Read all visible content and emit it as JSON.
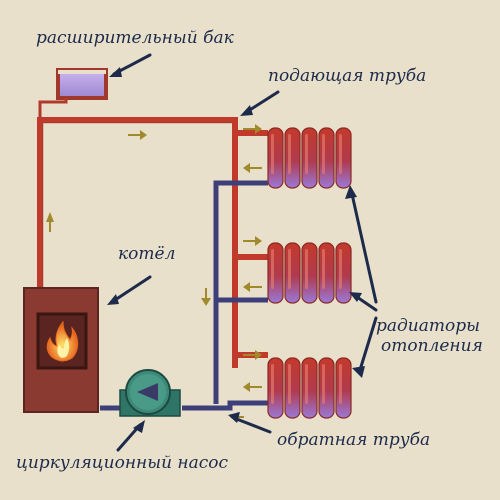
{
  "labels": {
    "expansion_tank": "расширительный бак",
    "supply_pipe": "подающая труба",
    "boiler": "котёл",
    "radiators_line1": "радиаторы",
    "radiators_line2": "отопления",
    "return_pipe": "обратная труба",
    "pump": "циркуляционный насос"
  },
  "colors": {
    "background": "#e8e0cb",
    "supply": "#c0392b",
    "return": "#3d3f78",
    "flow_arrow": "#a08a2c",
    "callout": "#1d2a4a",
    "boiler_body": "#8b3a32",
    "pump_body": "#3e8a7a",
    "flame": "#f6b21b"
  },
  "icons": {
    "flame": "flame-icon",
    "pump": "pump-icon",
    "tank": "expansion-tank-icon",
    "radiator": "radiator-icon"
  }
}
